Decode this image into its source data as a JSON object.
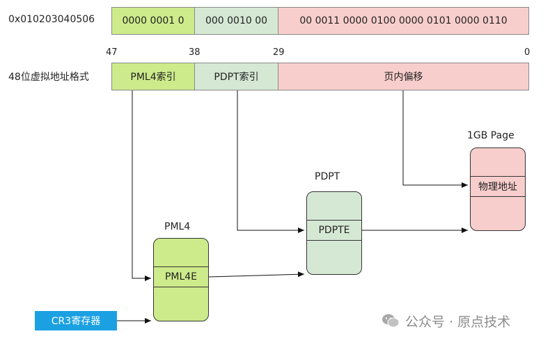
{
  "row1": {
    "label": "0x010203040506",
    "seg1": "0000 0001 0",
    "seg2": "000 0010 00",
    "seg3": "00 0011 0000 0100 0000 0101 0000 0110"
  },
  "bits": {
    "b47": "47",
    "b38": "38",
    "b29": "29",
    "b0": "0"
  },
  "row2": {
    "label": "48位虚拟地址格式",
    "seg1": "PML4索引",
    "seg2": "PDPT索引",
    "seg3": "页内偏移"
  },
  "pml4": {
    "title": "PML4",
    "entry": "PML4E"
  },
  "pdpt": {
    "title": "PDPT",
    "entry": "PDPTE"
  },
  "page": {
    "title": "1GB Page",
    "entry": "物理地址"
  },
  "cr3": {
    "label": "CR3寄存器"
  },
  "watermark": {
    "text": "公众号 · 原点技术",
    "icon": "wechat-icon"
  },
  "colors": {
    "green": "#cdeb8b",
    "light_green": "#d5e8d4",
    "pink": "#f8cecc",
    "blue": "#1ba1e2"
  }
}
